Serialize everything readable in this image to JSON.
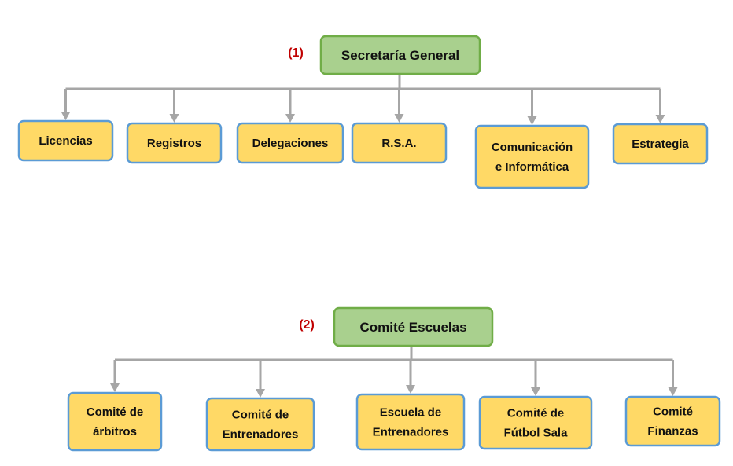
{
  "colors": {
    "root_fill": "#A9D08E",
    "root_stroke": "#70AD47",
    "child_fill": "#FFD966",
    "child_stroke": "#5B9BD5",
    "connector": "#A6A6A6",
    "marker": "#C00000"
  },
  "org_charts": [
    {
      "marker": "(1)",
      "root": "Secretaría General",
      "children": [
        [
          "Licencias"
        ],
        [
          "Registros"
        ],
        [
          "Delegaciones"
        ],
        [
          "R.S.A."
        ],
        [
          "Comunicación",
          "e Informática"
        ],
        [
          "Estrategia"
        ]
      ]
    },
    {
      "marker": "(2)",
      "root": "Comité Escuelas",
      "children": [
        [
          "Comité de",
          "árbitros"
        ],
        [
          "Comité de",
          "Entrenadores"
        ],
        [
          "Escuela de",
          "Entrenadores"
        ],
        [
          "Comité de",
          "Fútbol Sala"
        ],
        [
          "Comité",
          "Finanzas"
        ]
      ]
    }
  ]
}
